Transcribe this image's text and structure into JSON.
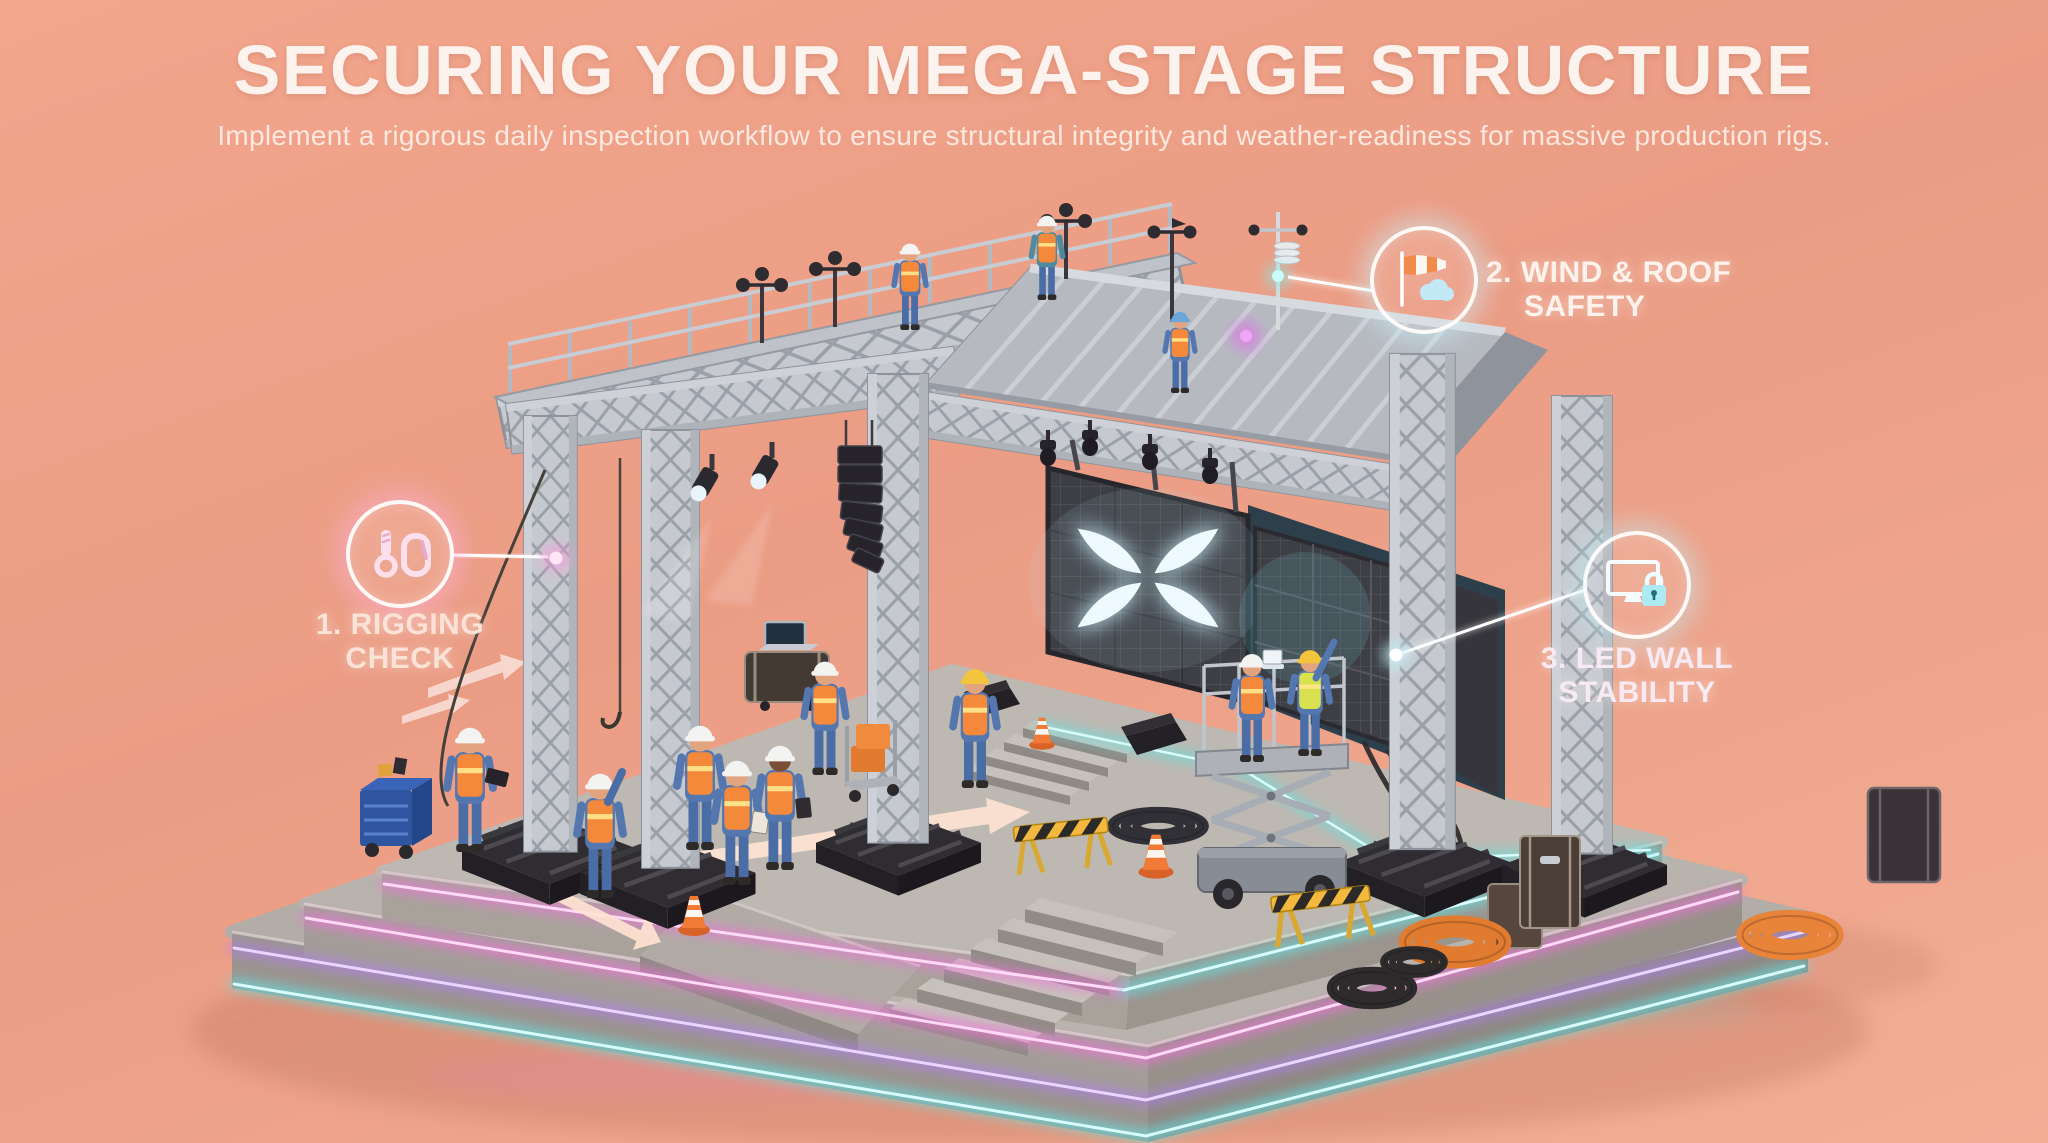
{
  "header": {
    "title": "SECURING YOUR MEGA-STAGE STRUCTURE",
    "subtitle": "Implement a rigorous daily inspection workflow to ensure structural integrity and weather-readiness for massive production rigs."
  },
  "callouts": [
    {
      "line1": "1. RIGGING",
      "line2": "CHECK",
      "icon": "rigging-hardware-icon",
      "accent": "#f9b7dd"
    },
    {
      "line1": "2. WIND & ROOF",
      "line2": "SAFETY",
      "icon": "windsock-cloud-icon",
      "accent": "#bde9f2"
    },
    {
      "line1": "3. LED WALL",
      "line2": "STABILITY",
      "icon": "monitor-lock-icon",
      "accent": "#ace8f0"
    }
  ],
  "scene": {
    "led_logo_icon": "four-petal-flower-logo",
    "sensor_icons": [
      "anemometer-icon",
      "weather-station-icon"
    ],
    "equipment": [
      "truss-tower",
      "roof-catwalk",
      "led-wall",
      "scissor-lift",
      "tool-cart",
      "flight-case",
      "road-case",
      "cable-coil",
      "traffic-cone",
      "safety-barrier",
      "line-array-speaker",
      "stage-light"
    ]
  },
  "colors": {
    "background": "#ee9f87",
    "neon_cyan": "#5fe6e8",
    "neon_pink": "#f272dd",
    "neon_purple": "#b07ef0",
    "vest_orange": "#f5893b",
    "vest_yellow": "#d9e24e",
    "denim_blue": "#4a6da6",
    "truss_silver": "#c6c9cf",
    "concrete": "#b6b1ab",
    "led_glow": "#eefaff",
    "windsock_orange": "#f28a4a",
    "cloud_blue": "#c2e9f6",
    "lock_cyan": "#aeeaf2"
  }
}
